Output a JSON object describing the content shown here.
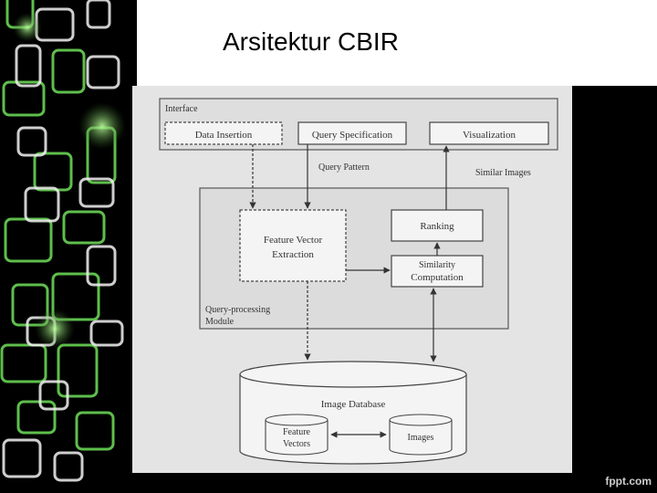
{
  "slide": {
    "title": "Arsitektur CBIR",
    "brand": "fppt.com"
  },
  "diagram": {
    "interface_label": "Interface",
    "data_insertion": "Data Insertion",
    "query_specification": "Query Specification",
    "visualization": "Visualization",
    "query_pattern": "Query Pattern",
    "similar_images": "Similar Images",
    "feature_vector_line1": "Feature Vector",
    "feature_vector_line2": "Extraction",
    "ranking": "Ranking",
    "similarity_line1": "Similarity",
    "similarity_line2": "Computation",
    "module_line1": "Query-processing",
    "module_line2": "Module",
    "image_database": "Image Database",
    "fv_cyl_line1": "Feature",
    "fv_cyl_line2": "Vectors",
    "images": "Images"
  },
  "colors": {
    "deco_green": "#6fe05a",
    "deco_white": "#f2f2f2",
    "panel_bg": "#e4e4e4",
    "box_bg": "#f4f4f4",
    "line": "#444444"
  }
}
